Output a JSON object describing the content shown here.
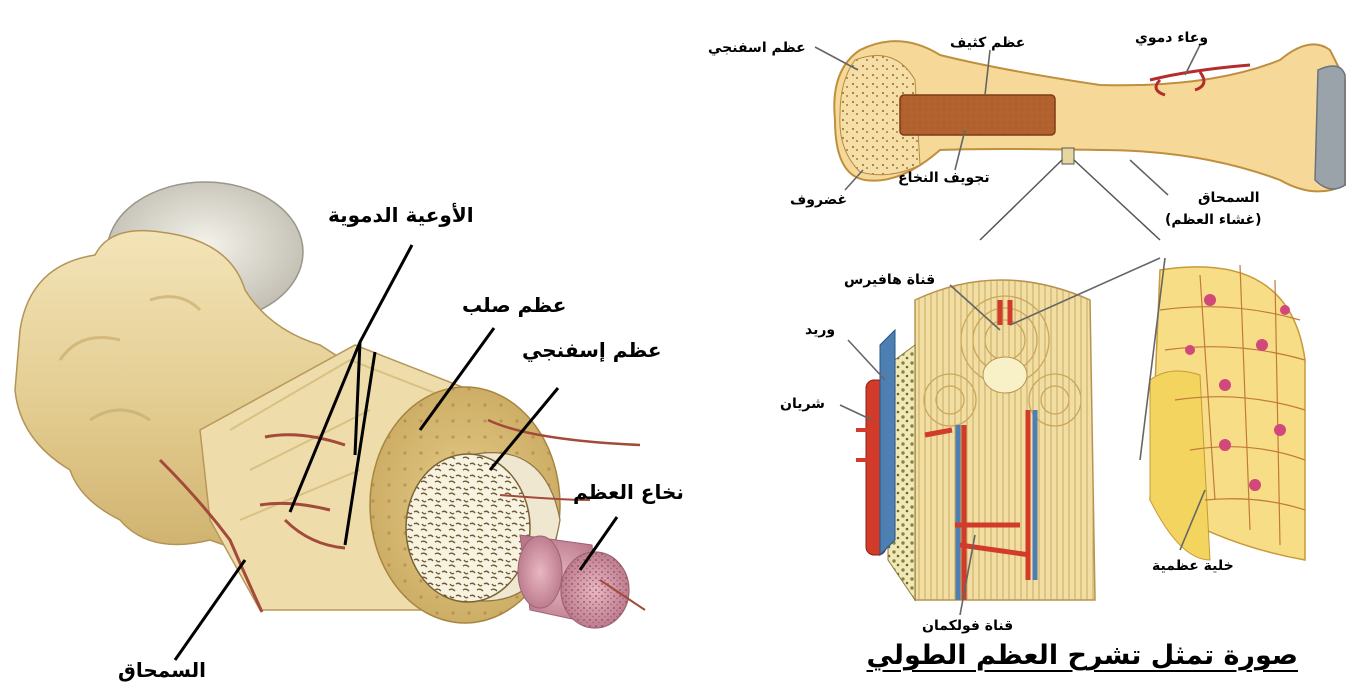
{
  "left_diagram": {
    "labels": {
      "blood_vessels": "الأوعية الدموية",
      "compact_bone": "عظم صلب",
      "spongy_bone": "عظم إسفنجي",
      "bone_marrow": "نخاع العظم",
      "periosteum": "السمحاق"
    }
  },
  "right_diagram": {
    "labels": {
      "spongy_bone": "عظم اسفنجي",
      "compact_bone": "عظم كثيف",
      "blood_vessel": "وعاء دموي",
      "cartilage": "غضروف",
      "marrow_cavity": "تجويف النخاع",
      "periosteum_line1": "السمحاق",
      "periosteum_line2": "(غشاء العظم)",
      "haversian_canal": "قناة هافيرس",
      "vein": "وريد",
      "artery": "شريان",
      "bone_cell": "خلية عظمية",
      "volkmann_canal": "قناة فولكمان"
    }
  },
  "caption": "صورة تمثل تشرح العظم الطولي"
}
